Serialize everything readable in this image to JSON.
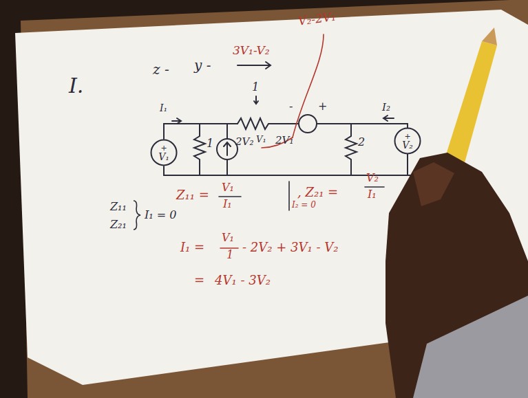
{
  "diagram": {
    "nodes": [
      {
        "text": [
          "+",
          "V₁"
        ]
      },
      {
        "text": [
          "+",
          "V₂"
        ]
      }
    ],
    "labels": [
      "I.",
      "z -",
      "y -",
      "3V₁-V₂",
      "V₂-2V₁",
      "1",
      "I₁",
      "1",
      "2V₂",
      "V₁",
      "-",
      "+",
      "2V₁",
      "I₂",
      "2",
      "Z₁₁ =",
      "V₁",
      "I₁",
      "I₂ = 0",
      ", Z₂₁ =",
      "V₂",
      "I₁",
      "Z₁₁",
      "Z₂₁",
      "I₁ = 0",
      "I₁ =",
      "V₁",
      "1",
      "- 2V₂ + 3V₁ - V₂",
      "=",
      "4V₁ - 3V₂"
    ]
  }
}
